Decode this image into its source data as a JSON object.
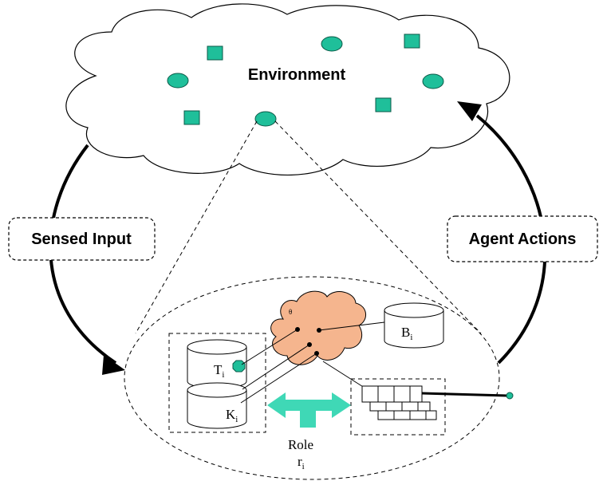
{
  "diagram": {
    "environment_label": "Environment",
    "sensed_input_label": "Sensed Input",
    "agent_actions_label": "Agent Actions",
    "role_label": "Role",
    "role_symbol": {
      "base": "r",
      "sub": "i"
    },
    "task_store": {
      "base": "T",
      "sub": "i"
    },
    "knowledge_store": {
      "base": "K",
      "sub": "i"
    },
    "belief_store": {
      "base": "B",
      "sub": "i"
    },
    "colors": {
      "entity_fill": "#1fbf9a",
      "entity_stroke": "#0b5a48",
      "agent_cloud_fill": "#f5b58e",
      "role_arrow": "#3fd8b6"
    }
  }
}
